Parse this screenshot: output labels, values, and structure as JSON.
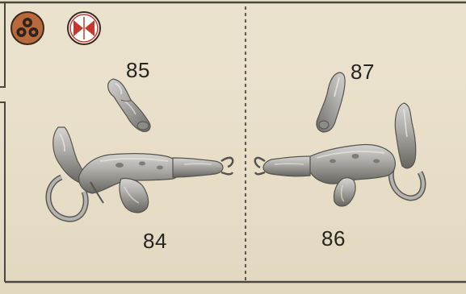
{
  "parts": {
    "part_84": "84",
    "part_85": "85",
    "part_86": "86",
    "part_87": "87"
  },
  "icons": {
    "glue": "glue-icon",
    "cut": "clip-icon"
  },
  "colors": {
    "background": "#eae0cb",
    "frame_line": "#4a4640",
    "divider": "#5a5650",
    "plastic_grey": "#a7a6a2",
    "glue_icon_fill": "#b86a3c",
    "cut_icon_fill": "#c7382c"
  }
}
